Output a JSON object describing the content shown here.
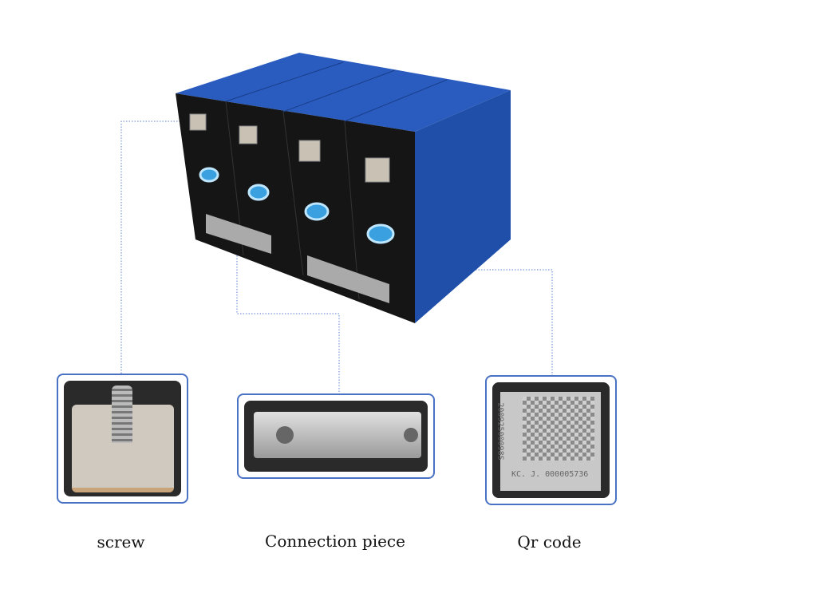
{
  "callouts": [
    {
      "label": "screw"
    },
    {
      "label": "Connection piece"
    },
    {
      "label": "Qr code"
    }
  ],
  "qr_plate": {
    "vertical_text": "20092500098S",
    "serial": "KC. J. 000005736"
  },
  "colors": {
    "cell_blue": "#1f4fa8",
    "callout_border": "#4a72c4",
    "leader_line": "#5a7fd0"
  }
}
